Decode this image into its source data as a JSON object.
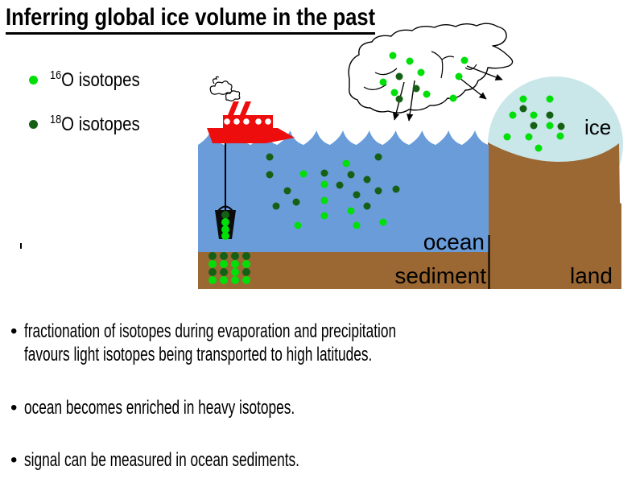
{
  "title": "Inferring global ice volume in the past",
  "legend": {
    "items": [
      {
        "sup": "16",
        "label": "O isotopes",
        "color_key": "light_isotope"
      },
      {
        "sup": "18",
        "label": "O isotopes",
        "color_key": "dark_isotope"
      }
    ]
  },
  "diagram": {
    "labels": {
      "ice": "ice",
      "ocean": "ocean",
      "sediment": "sediment",
      "land": "land"
    },
    "colors": {
      "ocean": "#699cd9",
      "land": "#9b6833",
      "ice": "#c9e6e9",
      "ship": "#ee0d0d",
      "light_isotope": "#00e008",
      "dark_isotope": "#156015"
    },
    "dots": {
      "cloud": [
        [
          488,
          69,
          "L"
        ],
        [
          509,
          76,
          "L"
        ],
        [
          523,
          90,
          "L"
        ],
        [
          577,
          75,
          "L"
        ],
        [
          476,
          102,
          "L"
        ],
        [
          490,
          115,
          "L"
        ],
        [
          530,
          117,
          "L"
        ],
        [
          563,
          122,
          "L"
        ],
        [
          570,
          95,
          "L"
        ],
        [
          496,
          95,
          "D"
        ],
        [
          517,
          110,
          "D"
        ],
        [
          496,
          123,
          "D"
        ]
      ],
      "ice": [
        [
          650,
          123,
          "L"
        ],
        [
          683,
          123,
          "L"
        ],
        [
          637,
          143,
          "L"
        ],
        [
          663,
          143,
          "L"
        ],
        [
          683,
          156,
          "L"
        ],
        [
          630,
          170,
          "L"
        ],
        [
          657,
          170,
          "L"
        ],
        [
          696,
          169,
          "L"
        ],
        [
          669,
          184,
          "L"
        ],
        [
          650,
          135,
          "D"
        ],
        [
          683,
          143,
          "D"
        ],
        [
          663,
          156,
          "D"
        ],
        [
          697,
          157,
          "D"
        ]
      ],
      "ocean": [
        [
          377,
          216,
          "L"
        ],
        [
          430,
          203,
          "L"
        ],
        [
          403,
          229,
          "L"
        ],
        [
          403,
          249,
          "L"
        ],
        [
          436,
          262,
          "L"
        ],
        [
          403,
          268,
          "L"
        ],
        [
          370,
          280,
          "L"
        ],
        [
          443,
          280,
          "L"
        ],
        [
          476,
          276,
          "L"
        ],
        [
          335,
          195,
          "D"
        ],
        [
          335,
          217,
          "D"
        ],
        [
          403,
          215,
          "D"
        ],
        [
          436,
          217,
          "D"
        ],
        [
          470,
          195,
          "D"
        ],
        [
          456,
          223,
          "D"
        ],
        [
          422,
          230,
          "D"
        ],
        [
          357,
          237,
          "D"
        ],
        [
          443,
          242,
          "D"
        ],
        [
          470,
          237,
          "D"
        ],
        [
          492,
          235,
          "D"
        ],
        [
          343,
          256,
          "D"
        ],
        [
          368,
          251,
          "D"
        ],
        [
          456,
          256,
          "D"
        ]
      ],
      "sediment": [
        [
          264,
          318,
          "D"
        ],
        [
          264,
          328,
          "L"
        ],
        [
          264,
          338,
          "D"
        ],
        [
          264,
          348,
          "L"
        ],
        [
          278,
          318,
          "D"
        ],
        [
          278,
          328,
          "L"
        ],
        [
          278,
          338,
          "D"
        ],
        [
          278,
          348,
          "L"
        ],
        [
          292,
          318,
          "D"
        ],
        [
          292,
          328,
          "L"
        ],
        [
          292,
          338,
          "L"
        ],
        [
          292,
          348,
          "L"
        ],
        [
          306,
          318,
          "D"
        ],
        [
          306,
          328,
          "L"
        ],
        [
          306,
          338,
          "D"
        ],
        [
          306,
          348,
          "L"
        ]
      ],
      "bucket": [
        [
          280,
          267,
          "D"
        ],
        [
          280,
          276,
          "L"
        ],
        [
          280,
          285,
          "L"
        ],
        [
          280,
          293,
          "L"
        ]
      ]
    }
  },
  "bullets": {
    "marker": "•",
    "items": [
      {
        "lines": [
          "fractionation of isotopes during evaporation and precipitation",
          "favours light isotopes being transported to high latitudes."
        ]
      },
      {
        "lines": [
          "ocean becomes enriched in heavy isotopes."
        ]
      },
      {
        "lines": [
          "signal can be measured in ocean sediments."
        ]
      }
    ]
  }
}
